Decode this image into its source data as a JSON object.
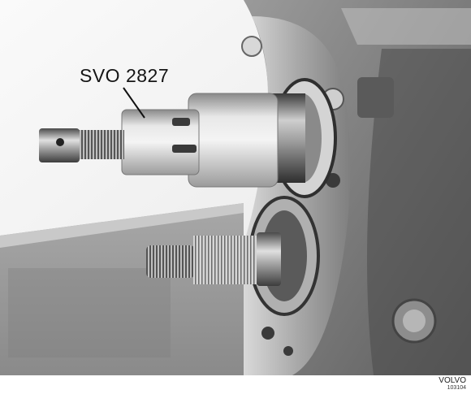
{
  "figure": {
    "tool_label": "SVO 2827",
    "brand": "VOLVO",
    "reference_number": "103104"
  }
}
